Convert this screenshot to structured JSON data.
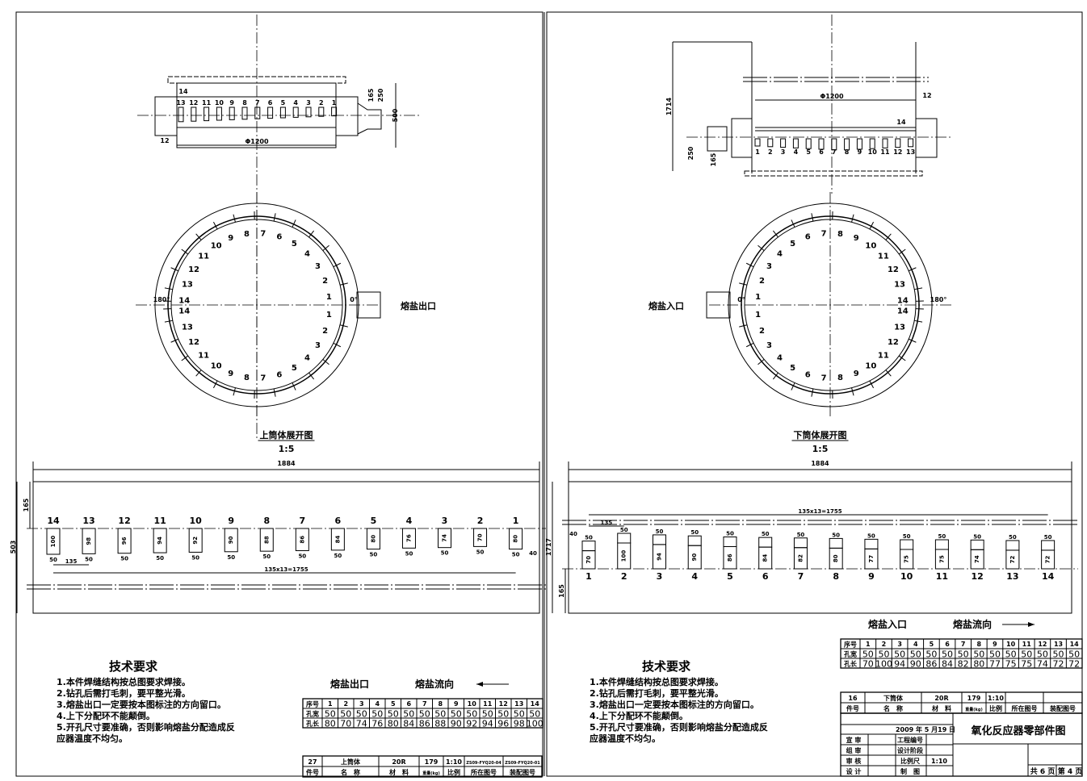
{
  "left_sheet": {
    "top_view": {
      "hole_labels": [
        "14",
        "13",
        "12",
        "11",
        "10",
        "9",
        "8",
        "7",
        "6",
        "5",
        "4",
        "3",
        "2",
        "1"
      ],
      "dim_diameter": "Φ1200",
      "dim_wall": "12",
      "dim_165": "165",
      "dim_250": "250",
      "dim_500": "500"
    },
    "circle": {
      "labels": [
        "1",
        "2",
        "3",
        "4",
        "5",
        "6",
        "7",
        "8",
        "9",
        "10",
        "11",
        "12",
        "13",
        "14"
      ],
      "angle_zero": "0°",
      "angle_180": "180°",
      "port_label": "熔盐出口"
    },
    "dev_title": "上筒体展开图",
    "dev_scale": "1:5",
    "dev": {
      "width": "1884",
      "height": "503",
      "offset": "165",
      "pitch": "135",
      "total": "135x13=1755",
      "edge": "40",
      "hole_width": "50"
    },
    "tech": {
      "title": "技术要求",
      "items": [
        "1.本件焊缝结构按总图要求焊接。",
        "2.钻孔后需打毛刺，要平整光滑。",
        "3.熔盐出口一定要按本图标注的方向留口。",
        "4.上下分配环不能颠倒。",
        "5.开孔尺寸要准确，否则影响熔盐分配造成反",
        "应器温度不均匀。"
      ]
    },
    "table": {
      "port": "熔盐出口",
      "flow": "熔盐流向",
      "flow_direction": "left",
      "row_headers": [
        "序号",
        "孔宽",
        "孔长"
      ],
      "no": [
        "1",
        "2",
        "3",
        "4",
        "5",
        "6",
        "7",
        "8",
        "9",
        "10",
        "11",
        "12",
        "13",
        "14"
      ],
      "width": [
        "50",
        "50",
        "50",
        "50",
        "50",
        "50",
        "50",
        "50",
        "50",
        "50",
        "50",
        "50",
        "50",
        "50"
      ],
      "length": [
        "80",
        "70",
        "74",
        "76",
        "80",
        "84",
        "86",
        "88",
        "90",
        "92",
        "94",
        "96",
        "98",
        "100"
      ]
    },
    "title_block": {
      "values": [
        "27",
        "上筒体",
        "20R",
        "179",
        "1:10",
        "ZS09-FYQ20-04",
        "ZS09-FYQ20-01"
      ],
      "headers": [
        "件号",
        "名　称",
        "材　料",
        "重量(kg)",
        "比例",
        "所在图号",
        "装配图号"
      ]
    }
  },
  "right_sheet": {
    "top_view": {
      "hole_labels": [
        "1",
        "2",
        "3",
        "4",
        "5",
        "6",
        "7",
        "8",
        "9",
        "10",
        "11",
        "12",
        "13"
      ],
      "hole_14": "14",
      "dim_diameter": "Φ1200",
      "dim_wall": "12",
      "dim_1714": "1714",
      "dim_250": "250",
      "dim_165": "165"
    },
    "circle": {
      "labels": [
        "1",
        "2",
        "3",
        "4",
        "5",
        "6",
        "7",
        "8",
        "9",
        "10",
        "11",
        "12",
        "13",
        "14"
      ],
      "angle_zero": "0°",
      "angle_180": "180°",
      "port_label": "熔盐入口"
    },
    "dev_title": "下筒体展开图",
    "dev_scale": "1:5",
    "dev": {
      "width": "1884",
      "height": "1717",
      "offset": "165",
      "pitch": "135",
      "total": "135x13=1755",
      "edge": "40",
      "hole_width": "50"
    },
    "tech": {
      "title": "技术要求",
      "items": [
        "1.本件焊缝结构按总图要求焊接。",
        "2.钻孔后需打毛刺，要平整光滑。",
        "3.熔盐出口一定要按本图标注的方向留口。",
        "4.上下分配环不能颠倒。",
        "5.开孔尺寸要准确，否则影响熔盐分配造成反",
        "应器温度不均匀。"
      ]
    },
    "table": {
      "port": "熔盐入口",
      "flow": "熔盐流向",
      "flow_direction": "right",
      "row_headers": [
        "序号",
        "孔宽",
        "孔长"
      ],
      "no": [
        "1",
        "2",
        "3",
        "4",
        "5",
        "6",
        "7",
        "8",
        "9",
        "10",
        "11",
        "12",
        "13",
        "14"
      ],
      "width": [
        "50",
        "50",
        "50",
        "50",
        "50",
        "50",
        "50",
        "50",
        "50",
        "50",
        "50",
        "50",
        "50",
        "50"
      ],
      "length": [
        "70",
        "100",
        "94",
        "90",
        "86",
        "84",
        "82",
        "80",
        "77",
        "75",
        "75",
        "74",
        "72",
        "72"
      ]
    },
    "title_block": {
      "values": [
        "16",
        "下筒体",
        "20R",
        "179",
        "1:10",
        "",
        ""
      ],
      "headers": [
        "件号",
        "名　称",
        "材　料",
        "重量(kg)",
        "比例",
        "所在图号",
        "装配图号"
      ],
      "date": "2009 年 5 月19 日",
      "drawing_title": "氧化反应器零部件图",
      "roles": [
        "宣 审",
        "组 审",
        "审 核",
        "设 计"
      ],
      "fields": [
        "工程编号",
        "设计阶段",
        "比例尺",
        "制　图"
      ],
      "scale_value": "1:10",
      "pages_total": "共 6 页",
      "page_no": "第 4 页"
    }
  }
}
